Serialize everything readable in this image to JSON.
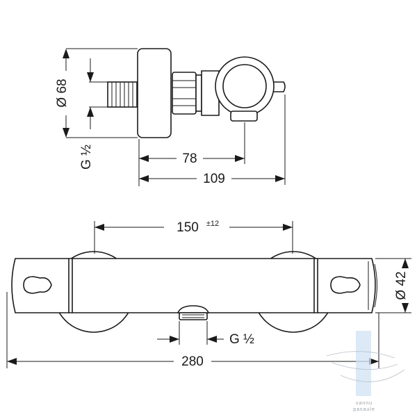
{
  "side_view": {
    "dim_diameter": "Ø 68",
    "dim_thread": "G ½",
    "dim_depth_inner": "78",
    "dim_depth_outer": "109"
  },
  "front_view": {
    "dim_centers": "150",
    "dim_centers_tolerance": "±12",
    "dim_diameter": "Ø 42",
    "dim_outlet_thread": "G ½",
    "dim_length": "280"
  },
  "watermark": {
    "line1": "vannu",
    "line2": "pasaule"
  },
  "colors": {
    "line": "#1a1a1a",
    "watermark": "#9aa0a6",
    "watermark_bar": "#cfe3f3"
  }
}
